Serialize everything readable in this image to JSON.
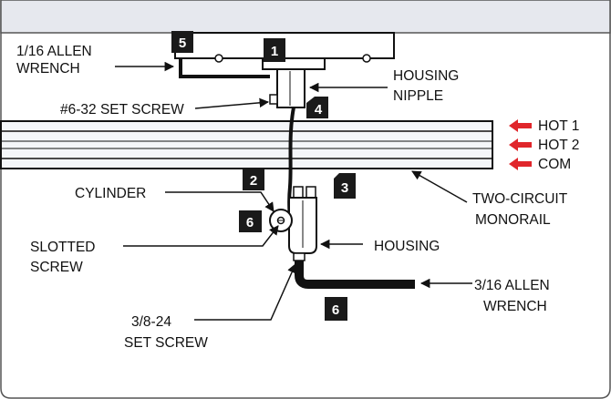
{
  "labels": {
    "allen_small_l1": "1/16 ALLEN",
    "allen_small_l2": "WRENCH",
    "set_screw_632": "#6-32 SET SCREW",
    "housing_nipple_l1": "HOUSING",
    "housing_nipple_l2": "NIPPLE",
    "hot1": "HOT 1",
    "hot2": "HOT 2",
    "com": "COM",
    "cylinder": "CYLINDER",
    "two_circuit_l1": "TWO-CIRCUIT",
    "two_circuit_l2": "MONORAIL",
    "slotted_l1": "SLOTTED",
    "slotted_l2": "SCREW",
    "housing": "HOUSING",
    "allen_large_l1": "3/16 ALLEN",
    "allen_large_l2": "WRENCH",
    "set_screw_l1": "3/8-24",
    "set_screw_l2": "SET SCREW"
  },
  "steps": {
    "s1": "1",
    "s2": "2",
    "s3": "3",
    "s4": "4",
    "s5": "5",
    "s6a": "6",
    "s6b": "6"
  },
  "colors": {
    "outline": "#555555",
    "header_fill": "#e6e8ee",
    "rail_fill": "#f4f6f9",
    "ink": "#111111",
    "arrow_red": "#e0262b",
    "badge": "#1a1a1a"
  }
}
